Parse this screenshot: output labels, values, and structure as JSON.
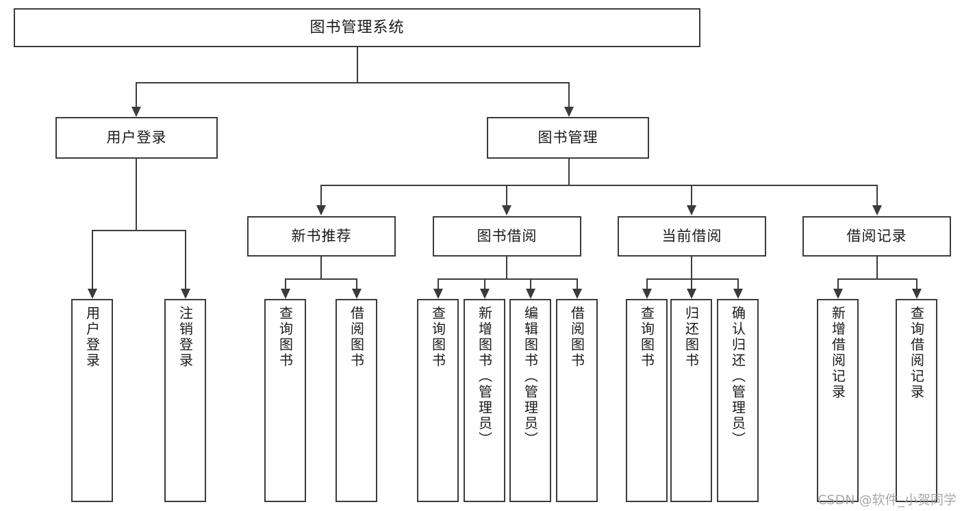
{
  "diagram": {
    "type": "tree",
    "title": "图书管理系统",
    "watermark": "CSDN @软件_小贺同学",
    "colors": {
      "border": "#3b3b3b",
      "background": "#ffffff",
      "text": "#1a1a1a",
      "watermark": "#9a9a9a"
    },
    "root": {
      "label": "图书管理系统"
    },
    "branches": [
      {
        "label": "用户登录"
      },
      {
        "label": "图书管理"
      }
    ],
    "groups": [
      {
        "label": "新书推荐"
      },
      {
        "label": "图书借阅"
      },
      {
        "label": "当前借阅"
      },
      {
        "label": "借阅记录"
      }
    ],
    "leaves": {
      "user_login": [
        {
          "label": "用户登录"
        },
        {
          "label": "注销登录"
        }
      ],
      "new_books": [
        {
          "label": "查询图书"
        },
        {
          "label": "借阅图书"
        }
      ],
      "book_borrow": [
        {
          "label": "查询图书"
        },
        {
          "label": "新增图书（管理员）"
        },
        {
          "label": "编辑图书（管理员）"
        },
        {
          "label": "借阅图书"
        }
      ],
      "current_borrow": [
        {
          "label": "查询图书"
        },
        {
          "label": "归还图书"
        },
        {
          "label": "确认归还（管理员）"
        }
      ],
      "borrow_records": [
        {
          "label": "新增借阅记录"
        },
        {
          "label": "查询借阅记录"
        }
      ]
    }
  }
}
